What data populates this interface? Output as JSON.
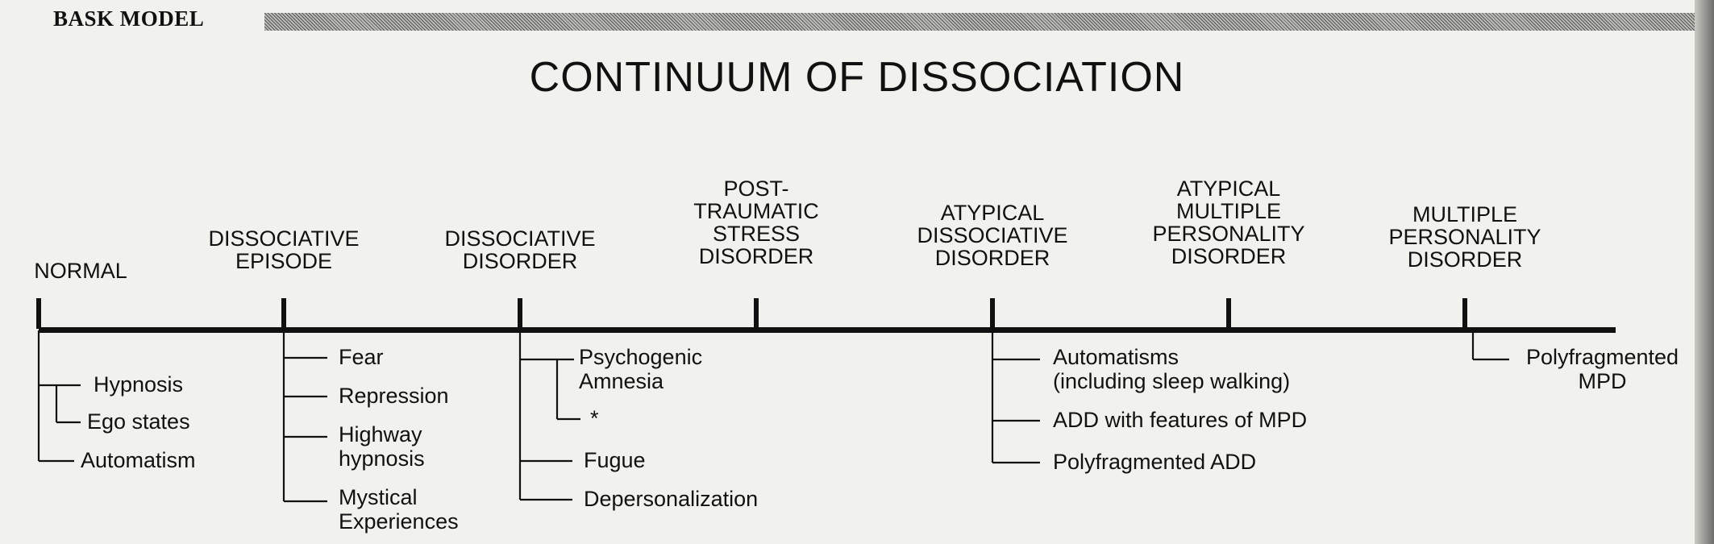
{
  "header": {
    "label": "BASK MODEL"
  },
  "title": "CONTINUUM OF DISSOCIATION",
  "stages": [
    {
      "label": "NORMAL",
      "items": [
        "Hypnosis",
        "Ego states",
        "Automatism"
      ]
    },
    {
      "label": "DISSOCIATIVE\nEPISODE",
      "items": [
        "Fear",
        "Repression",
        "Highway\nhypnosis",
        "Mystical\nExperiences"
      ]
    },
    {
      "label": "DISSOCIATIVE\nDISORDER",
      "items": [
        "Psychogenic\nAmnesia",
        "*",
        "Fugue",
        "Depersonalization"
      ]
    },
    {
      "label": "POST-\nTRAUMATIC\nSTRESS\nDISORDER",
      "items": []
    },
    {
      "label": "ATYPICAL\nDISSOCIATIVE\nDISORDER",
      "items": [
        "Automatisms\n(including sleep walking)",
        "ADD with features of MPD",
        "Polyfragmented ADD"
      ]
    },
    {
      "label": "ATYPICAL\nMULTIPLE\nPERSONALITY\nDISORDER",
      "items": []
    },
    {
      "label": "MULTIPLE\nPERSONALITY\nDISORDER",
      "items": [
        "Polyfragmented\nMPD"
      ]
    }
  ]
}
